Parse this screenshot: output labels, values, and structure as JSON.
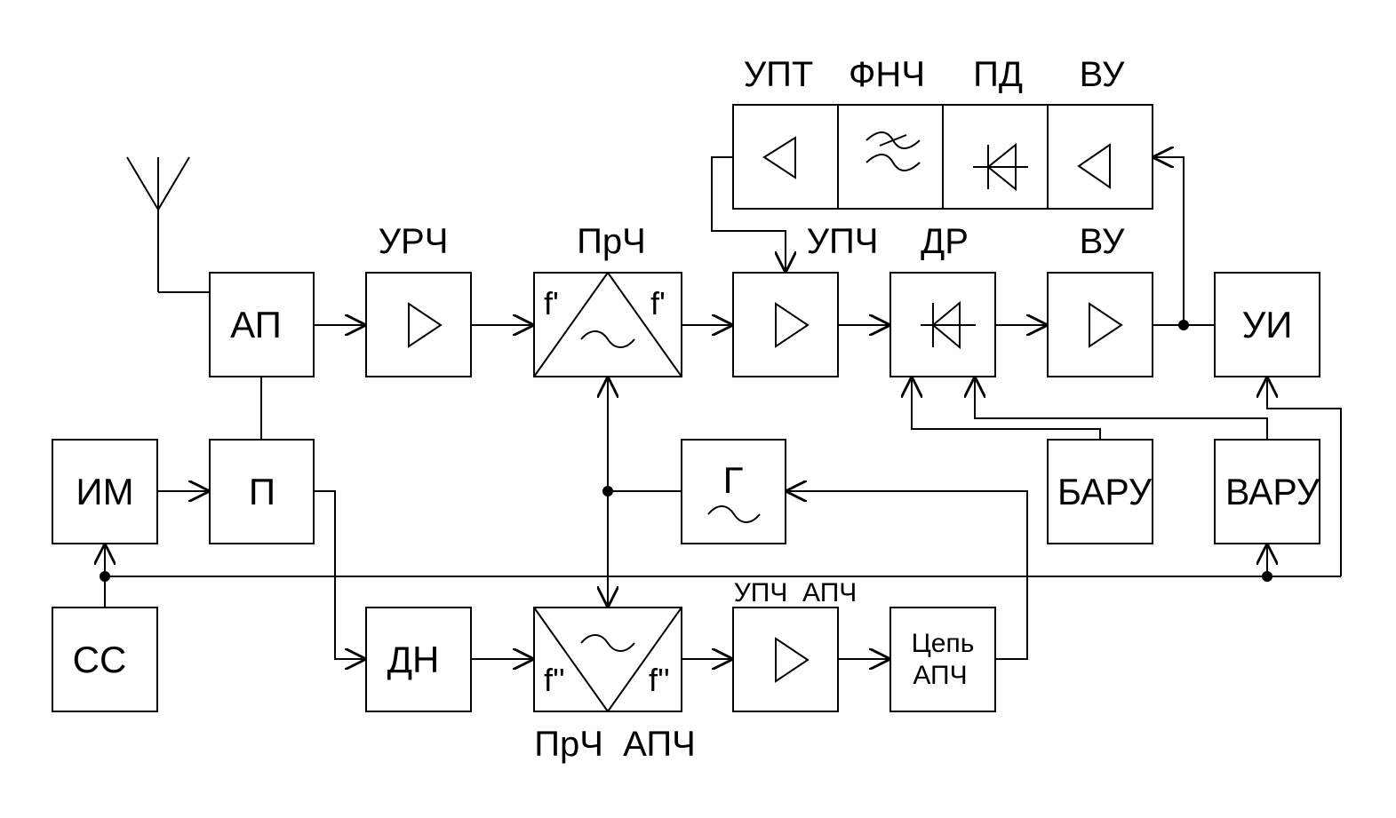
{
  "labels": {
    "upt": "УПТ",
    "fnch": "ФНЧ",
    "pd": "ПД",
    "vu_top": "ВУ",
    "urch": "УРЧ",
    "prch": "ПрЧ",
    "upch": "УПЧ",
    "dr": "ДР",
    "vu": "ВУ",
    "upch_apch": "УПЧ  АПЧ",
    "prch_apch": "ПрЧ  АПЧ"
  },
  "blocks": {
    "ap": "АП",
    "p": "П",
    "im": "ИМ",
    "ss": "СС",
    "dn": "ДН",
    "g": "Г",
    "baru": "БАРУ",
    "varu": "ВАРУ",
    "ui": "УИ",
    "apch_line1": "Цепь",
    "apch_line2": "АПЧ"
  },
  "mixer_marks": {
    "main_in": "f'",
    "main_out": "f'",
    "apch_in": "f''",
    "apch_out": "f''"
  }
}
